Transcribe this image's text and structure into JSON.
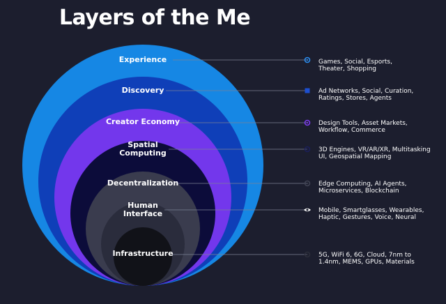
{
  "title": "Layers of the Me",
  "colors": {
    "background": "#1c1e2e",
    "experience": "#1687e4",
    "discovery": "#0f3fb8",
    "creator_economy": "#7337ec",
    "spatial_computing": "#0c0c3a",
    "decentralization": "#3a3c4e",
    "human_interface": "#2a2c3c",
    "infrastructure": "#111218",
    "connector": "#7d8296"
  },
  "layers": [
    {
      "name": "Experience",
      "description": "Games, Social, Esports,\nTheater, Shopping",
      "marker_icon": "ring-icon",
      "marker_color": "#2a8df0"
    },
    {
      "name": "Discovery",
      "description": "Ad Networks, Social, Curation,\nRatings, Stores, Agents",
      "marker_icon": "square-icon",
      "marker_color": "#1d4fd0"
    },
    {
      "name": "Creator Economy",
      "description": "Design Tools, Asset Markets,\nWorkflow, Commerce",
      "marker_icon": "ring-icon",
      "marker_color": "#7c3aed"
    },
    {
      "name": "Spatial\nComputing",
      "description": "3D Engines, VR/AR/XR, Multitasking\nUI, Geospatial Mapping",
      "marker_icon": "ring-icon",
      "marker_color": "#1b1f5a"
    },
    {
      "name": "Decentralization",
      "description": "Edge Computing, AI Agents,\nMicroservices, Blockchain",
      "marker_icon": "ring-icon",
      "marker_color": "#3f4252"
    },
    {
      "name": "Human\nInterface",
      "description": "Mobile, Smartglasses, Wearables,\nHaptic, Gestures, Voice, Neural",
      "marker_icon": "eye-icon",
      "marker_color": "#ffffff"
    },
    {
      "name": "Infrastructure",
      "description": "5G, WiFi 6, 6G, Cloud, 7nm to\n1.4nm, MEMS, GPUs, Materials",
      "marker_icon": "ring-icon",
      "marker_color": "#2c2e3a"
    }
  ]
}
